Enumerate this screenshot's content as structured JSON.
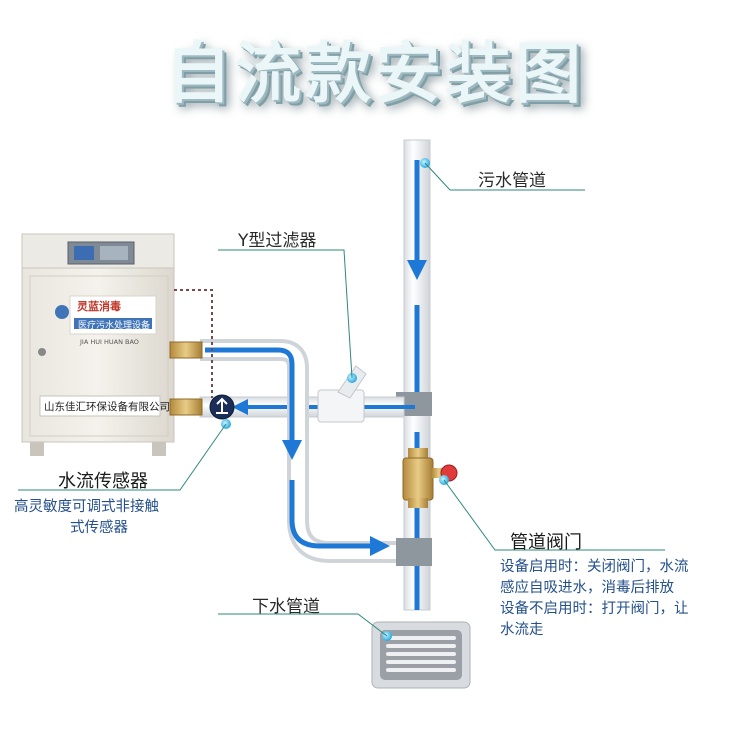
{
  "title": "自流款安装图",
  "labels": {
    "sewage_pipe": "污水管道",
    "y_filter": "Y型过滤器",
    "flow_sensor": "水流传感器",
    "pipe_valve": "管道阀门",
    "drain_pipe": "下水管道"
  },
  "descriptions": {
    "flow_sensor_lines": [
      "高灵敏度可调式非接触",
      "式传感器"
    ],
    "valve_lines": [
      "设备启用时：关闭阀门，水流",
      "感应自吸进水，消毒后排放",
      "设备不启用时：打开阀门，让",
      "水流走"
    ]
  },
  "device": {
    "brand": "灵蓝消毒",
    "subtitle": "医疗污水处理设备",
    "pinyin": "JIA HUI HUAN BAO",
    "company": "山东佳汇环保设备有限公司"
  },
  "colors": {
    "flow_blue": "#1e78d6",
    "pipe_white": "#f2f4f6",
    "leader_line": "#2d8a7a",
    "valve_brass": "#c9a55a"
  }
}
